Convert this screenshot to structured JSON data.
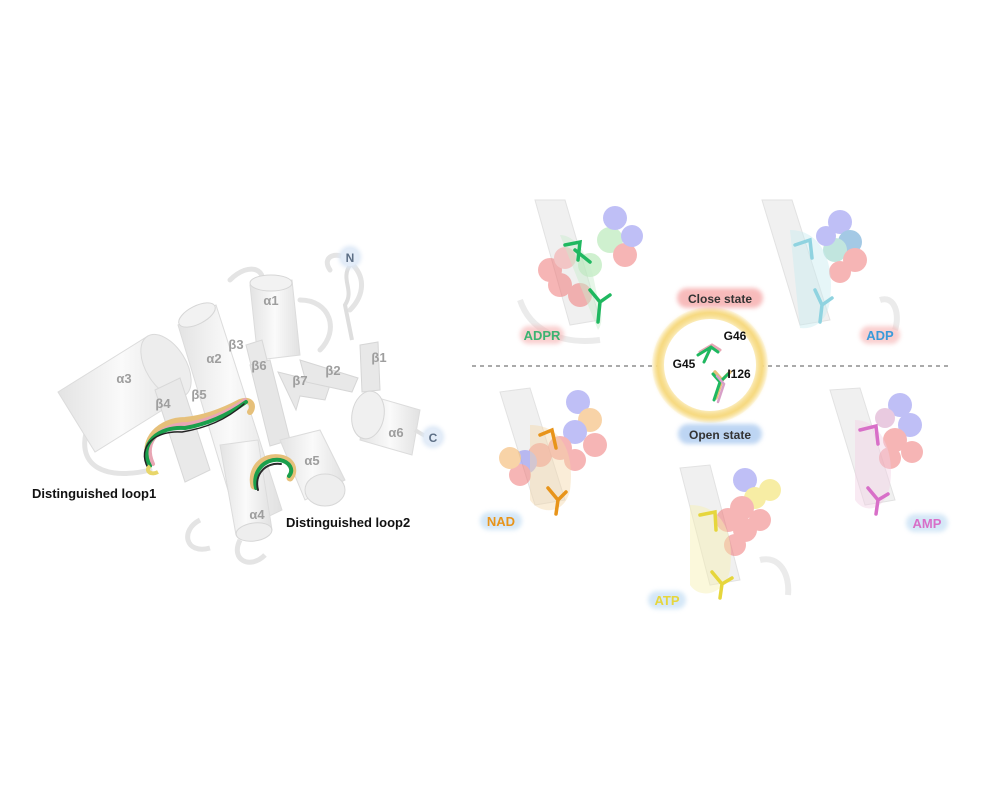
{
  "left_panel": {
    "termini": {
      "n": "N",
      "c": "C"
    },
    "helices": {
      "a1": "α1",
      "a2": "α2",
      "a3": "α3",
      "a4": "α4",
      "a5": "α5",
      "a6": "α6"
    },
    "strands": {
      "b1": "β1",
      "b2": "β2",
      "b3": "β3",
      "b4": "β4",
      "b5": "β5",
      "b6": "β6",
      "b7": "β7"
    },
    "loop1_label": "Distinguished loop1",
    "loop2_label": "Distinguished loop2"
  },
  "right_panel": {
    "close_state": "Close state",
    "open_state": "Open state",
    "residues": {
      "g46": "G46",
      "g45": "G45",
      "i126": "I126"
    },
    "ligands": {
      "adpr": {
        "label": "ADPR",
        "color": "#3cb371"
      },
      "adp": {
        "label": "ADP",
        "color": "#3a9ad9"
      },
      "nad": {
        "label": "NAD",
        "color": "#e8941a"
      },
      "atp": {
        "label": "ATP",
        "color": "#e6d63c"
      },
      "amp": {
        "label": "AMP",
        "color": "#d86fc8"
      }
    }
  },
  "colors": {
    "structure_gray": "#ebebeb",
    "close_state_glow": "#f08080",
    "open_state_glow": "#8fb6e8",
    "center_glow": "#f7d774",
    "oxygen_sphere": "#f07a7a",
    "nitrogen_sphere": "#8c8cf0"
  }
}
